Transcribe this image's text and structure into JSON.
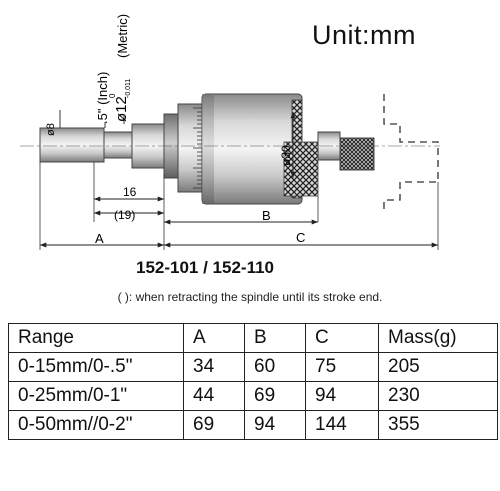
{
  "drawing": {
    "unit": "Unit:mm",
    "dimensions": {
      "shaft_dia": "ø8",
      "inch_dia": ".5\" (Inch)",
      "metric_dia": "ø12",
      "metric_tol_upper": "0",
      "metric_tol_lower": "-0.011",
      "metric_label": "(Metric)",
      "thimble_dia": "ø30",
      "len_16": "16",
      "len_19": "(19)",
      "A": "A",
      "B": "B",
      "C": "C"
    },
    "model": "152-101 / 152-110",
    "note": "( ): when retracting the spindle until its stroke end."
  },
  "table": {
    "headers": [
      "Range",
      "A",
      "B",
      "C",
      "Mass(g)"
    ],
    "rows": [
      [
        "0-15mm/0-.5\"",
        "34",
        "60",
        "75",
        "205"
      ],
      [
        "0-25mm/0-1\"",
        "44",
        "69",
        "94",
        "230"
      ],
      [
        "0-50mm//0-2\"",
        "69",
        "94",
        "144",
        "355"
      ]
    ]
  }
}
